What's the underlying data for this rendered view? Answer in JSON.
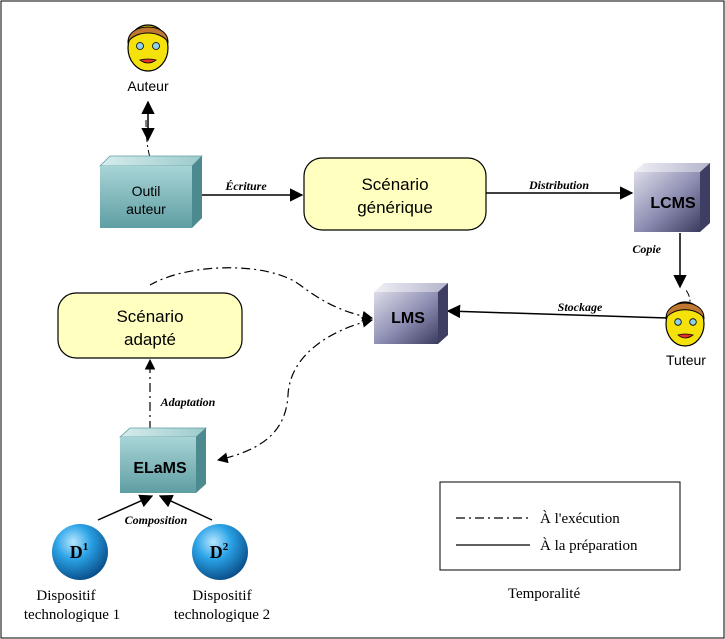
{
  "actors": {
    "author": "Auteur",
    "tutor": "Tuteur"
  },
  "nodes": {
    "authoring_tool": [
      "Outil",
      "auteur"
    ],
    "generic_scenario": [
      "Scénario",
      "générique"
    ],
    "lcms": "LCMS",
    "lms": "LMS",
    "adapted_scenario": [
      "Scénario",
      "adapté"
    ],
    "elams": "ELaMS",
    "device1": {
      "letter": "D",
      "sup": "1",
      "caption": [
        "Dispositif",
        "technologique 1"
      ]
    },
    "device2": {
      "letter": "D",
      "sup": "2",
      "caption": [
        "Dispositif",
        "technologique 2"
      ]
    }
  },
  "edges": {
    "writing": "Écriture",
    "distribution": "Distribution",
    "copy": "Copie",
    "storage": "Stockage",
    "adaptation": "Adaptation",
    "composition": "Composition"
  },
  "legend": {
    "execution": "À l'exécution",
    "preparation": "À la préparation",
    "caption": "Temporalité"
  },
  "colors": {
    "scenario_fill": "#ffffc0",
    "cube_teal": "#6fb3b8",
    "cube_purple": "#5c5c86",
    "sphere": "#1b8fd6",
    "face": "#f5e20c",
    "hair": "#c07830"
  }
}
